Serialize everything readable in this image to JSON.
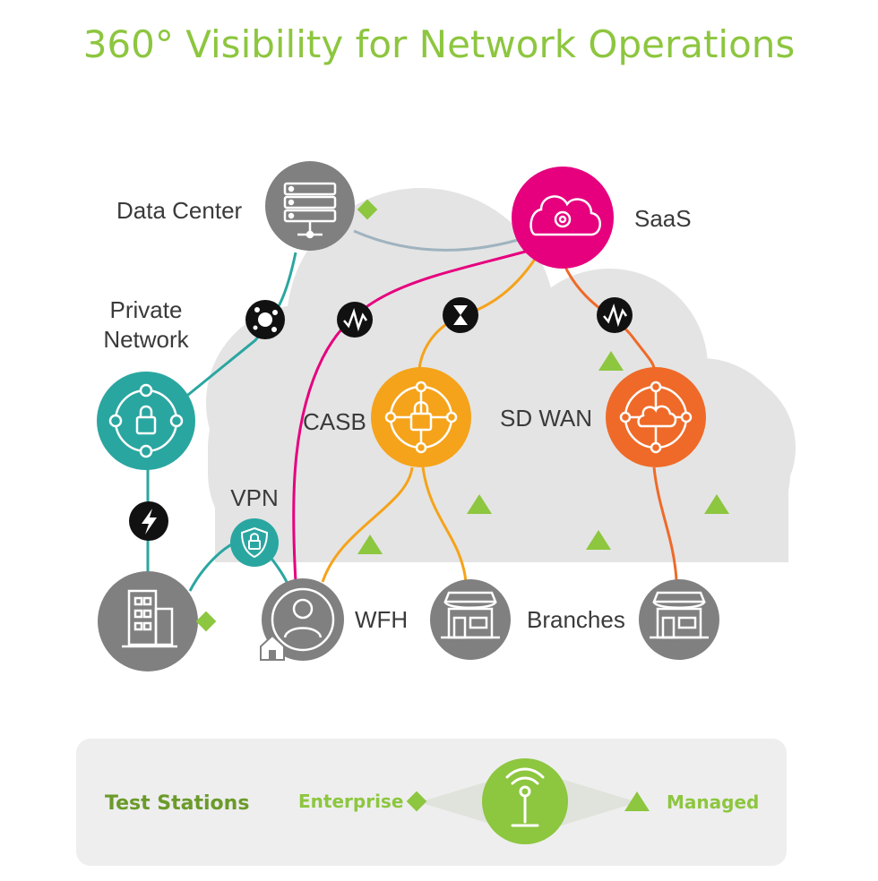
{
  "title": "360° Visibility for Network Operations",
  "nodes": {
    "data_center": {
      "label": "Data Center",
      "icon": "server-rack-icon"
    },
    "saas": {
      "label": "SaaS",
      "icon": "cloud-gear-icon"
    },
    "private_network": {
      "label_line1": "Private",
      "label_line2": "Network",
      "icon": "network-lock-icon"
    },
    "casb": {
      "label": "CASB",
      "icon": "network-lock-icon"
    },
    "sd_wan": {
      "label": "SD WAN",
      "icon": "network-cloud-icon"
    },
    "vpn": {
      "label": "VPN",
      "icon": "shield-lock-icon"
    },
    "wfh": {
      "label": "WFH",
      "icon": "user-icon"
    },
    "branches": {
      "label": "Branches",
      "icon": "storefront-icon"
    },
    "office": {
      "icon": "office-building-icon"
    }
  },
  "legend": {
    "title": "Test Stations",
    "enterprise": "Enterprise",
    "managed": "Managed",
    "icon": "test-station-antenna-icon"
  },
  "colors": {
    "title_green": "#8dc63f",
    "legend_green": "#6b9a2a",
    "gray_node": "#808080",
    "cloud": "#e4e4e4",
    "saas_magenta": "#e6007e",
    "teal": "#2aa6a1",
    "casb_orange": "#f5a31a",
    "sdwan_orange": "#ef6a28",
    "link_blue_gray": "#9fb3bf",
    "badge_black": "#111111"
  }
}
